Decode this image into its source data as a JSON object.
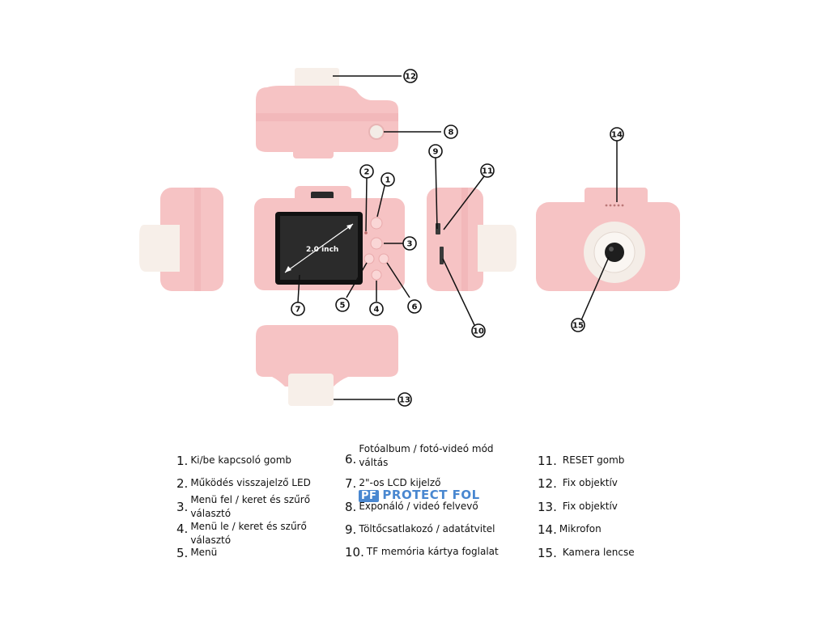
{
  "screen_label": "2.0 inch",
  "watermark": {
    "logo": "PF",
    "text": "PROTECT FOL"
  },
  "callouts": [
    "1",
    "2",
    "3",
    "4",
    "5",
    "6",
    "7",
    "8",
    "9",
    "10",
    "11",
    "12",
    "13",
    "14",
    "15"
  ],
  "legend": [
    {
      "num": "1.",
      "text": "Ki/be kapcsoló gomb"
    },
    {
      "num": "2.",
      "text": "Működés visszajelző LED"
    },
    {
      "num": "3.",
      "text": "Menü fel / keret és szűrő választó"
    },
    {
      "num": "4.",
      "text": "Menü le / keret és szűrő választó"
    },
    {
      "num": "5.",
      "text": "Menü"
    },
    {
      "num": "6.",
      "text": "Fotóalbum / fotó-videó mód váltás"
    },
    {
      "num": "7.",
      "text": "2\"-os LCD kijelző"
    },
    {
      "num": "8.",
      "text": "Exponáló / videó felvevő"
    },
    {
      "num": "9.",
      "text": "Töltőcsatlakozó / adatátvitel"
    },
    {
      "num": "10.",
      "text": "TF memória kártya foglalat"
    },
    {
      "num": "11.",
      "text": "RESET gomb"
    },
    {
      "num": "12.",
      "text": "Fix objektív"
    },
    {
      "num": "13.",
      "text": "Fix objektív"
    },
    {
      "num": "14.",
      "text": "Mikrofon"
    },
    {
      "num": "15.",
      "text": "Kamera lencse"
    }
  ]
}
